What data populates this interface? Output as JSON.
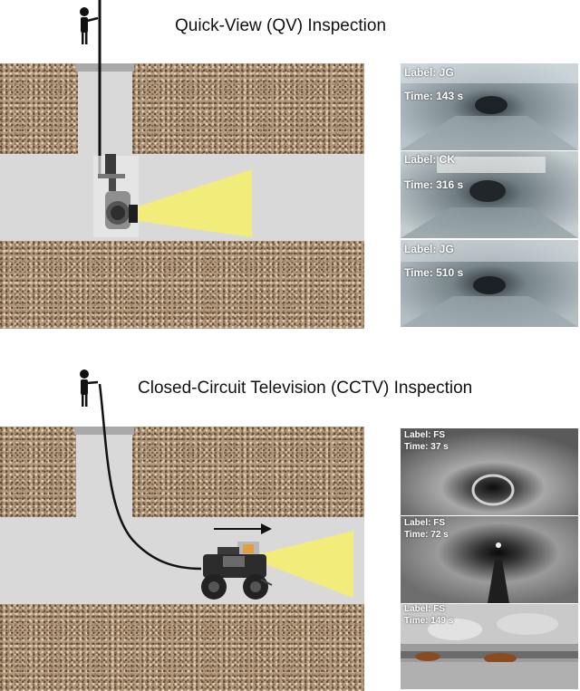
{
  "qv": {
    "title": "Quick-View (QV) Inspection",
    "frames": [
      {
        "label": "Label: JG",
        "time": "Time: 143 s"
      },
      {
        "label": "Label: CK",
        "time": "Time: 316 s"
      },
      {
        "label": "Label: JG",
        "time": "Time: 510 s"
      }
    ]
  },
  "cctv": {
    "title": "Closed-Circuit Television (CCTV) Inspection",
    "frames": [
      {
        "label": "Label: FS",
        "time": "Time: 37 s"
      },
      {
        "label": "Label: FS",
        "time": "Time: 72 s"
      },
      {
        "label": "Label: FS",
        "time": "Time: 149 s"
      }
    ]
  },
  "colors": {
    "soil": "#b49a7c",
    "pipe": "#d9d9d9",
    "light_beam": "#f2ec7a",
    "manhole_cap": "#a9a9a9"
  }
}
